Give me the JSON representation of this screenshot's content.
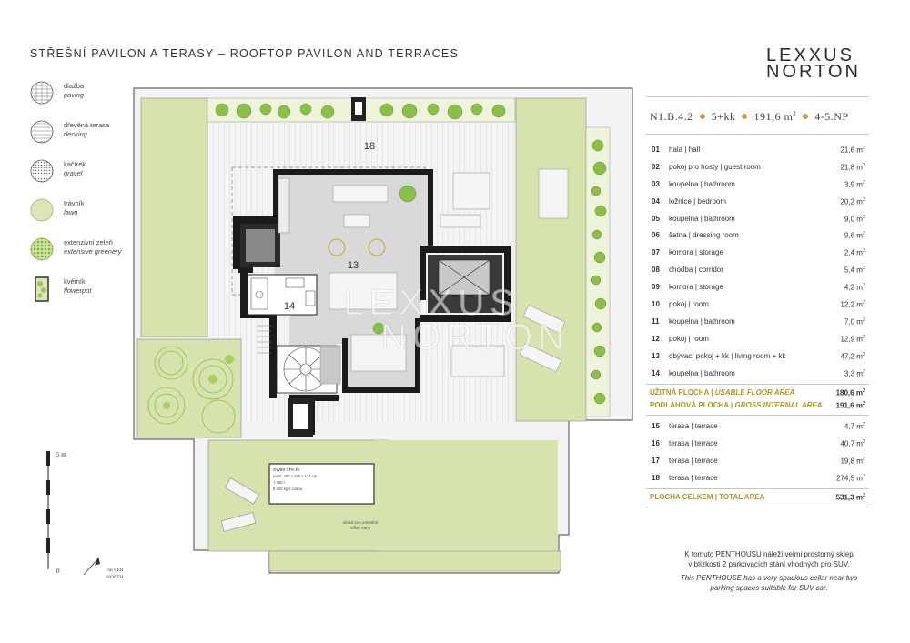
{
  "header": {
    "title": "STŘEŠNÍ PAVILON A TERASY – ROOFTOP PAVILON AND TERRACES",
    "logo_line1": "LEXXUS",
    "logo_line2": "NORTON"
  },
  "legend": [
    {
      "cz": "dlažba",
      "en": "paving",
      "icon": "paving-swatch"
    },
    {
      "cz": "dřevěná terasa",
      "en": "decking",
      "icon": "decking-swatch"
    },
    {
      "cz": "kačírek",
      "en": "gravel",
      "icon": "gravel-swatch"
    },
    {
      "cz": "trávník",
      "en": "lawn",
      "icon": "lawn-swatch"
    },
    {
      "cz": "extenzivní zeleň",
      "en": "extensive greenery",
      "icon": "greenery-swatch"
    },
    {
      "cz": "květník",
      "en": "flowerpot",
      "icon": "flowerpot-swatch"
    }
  ],
  "unit": {
    "code": "N1.B.4.2",
    "layout": "5+kk",
    "area": "191,6 m",
    "area_sup": "2",
    "floors": "4-5.NP"
  },
  "rooms": [
    {
      "num": "01",
      "name": "hala | hall",
      "area": "21,6 m"
    },
    {
      "num": "02",
      "name": "pokoj pro hosty | guest room",
      "area": "21,8 m"
    },
    {
      "num": "03",
      "name": "koupelna | bathroom",
      "area": "3,9 m"
    },
    {
      "num": "04",
      "name": "ložnice | bedroom",
      "area": "20,2 m"
    },
    {
      "num": "05",
      "name": "koupelna | bathroom",
      "area": "9,0 m"
    },
    {
      "num": "06",
      "name": "šatna | dressing room",
      "area": "9,6 m"
    },
    {
      "num": "07",
      "name": "komora | storage",
      "area": "2,4 m"
    },
    {
      "num": "08",
      "name": "chodba | corridor",
      "area": "5,4 m"
    },
    {
      "num": "09",
      "name": "komora | storage",
      "area": "4,2 m"
    },
    {
      "num": "10",
      "name": "pokoj | room",
      "area": "12,2 m"
    },
    {
      "num": "11",
      "name": "koupelna | bathroom",
      "area": "7,0 m"
    },
    {
      "num": "12",
      "name": "pokoj | room",
      "area": "12,9 m"
    },
    {
      "num": "13",
      "name": "obývací pokoj + kk | living room + kk",
      "area": "47,2 m"
    },
    {
      "num": "14",
      "name": "koupelna | bathroom",
      "area": "3,3 m"
    }
  ],
  "usable": {
    "cz": "UŽITNÁ PLOCHA",
    "en": "USABLE FLOOR AREA",
    "area": "180,6 m"
  },
  "gross": {
    "cz": "PODLAHOVÁ PLOCHA",
    "en": "GROSS INTERNAL AREA",
    "area": "191,6 m"
  },
  "terraces": [
    {
      "num": "15",
      "name": "terasa | terrace",
      "area": "4,7 m"
    },
    {
      "num": "16",
      "name": "terasa | terrace",
      "area": "40,7 m"
    },
    {
      "num": "17",
      "name": "terasa | terrace",
      "area": "19,8 m"
    },
    {
      "num": "18",
      "name": "terasa | terrace",
      "area": "274,5 m"
    }
  ],
  "total": {
    "label": "PLOCHA CELKEM | TOTAL AREA",
    "area": "531,3 m"
  },
  "sq": "2",
  "plan": {
    "label_18": "18",
    "label_13": "13",
    "label_14": "14",
    "watermark_1": "LEXXUS",
    "watermark_2": "NORTON",
    "spa_1": "SWIM SPA M",
    "spa_2": "rozm. 460 x 240 x 124 cm",
    "spa_3": "7 400 l",
    "spa_4": "8 200 kg s vodou",
    "spa_note_1": "oblast pro umístění",
    "spa_note_2": "vířivé vany",
    "scale_top": "5 m",
    "scale_bottom": "0",
    "north_cz": "SEVER",
    "north_en": "NORTH"
  },
  "note": {
    "cz1": "K tomuto PENTHOUSU náleží velmi prostorný sklep",
    "cz2": "v blízkosti 2 parkovacích stání vhodných pro SUV.",
    "en1": "This PENTHOUSE has a very spacious cellar near two",
    "en2": "parking spaces suitable for SUV car."
  },
  "colors": {
    "accent": "#c8a23a",
    "lawn": "#dbe6b6",
    "greenery": "#9fc45a",
    "wall": "#1a1a1a"
  }
}
